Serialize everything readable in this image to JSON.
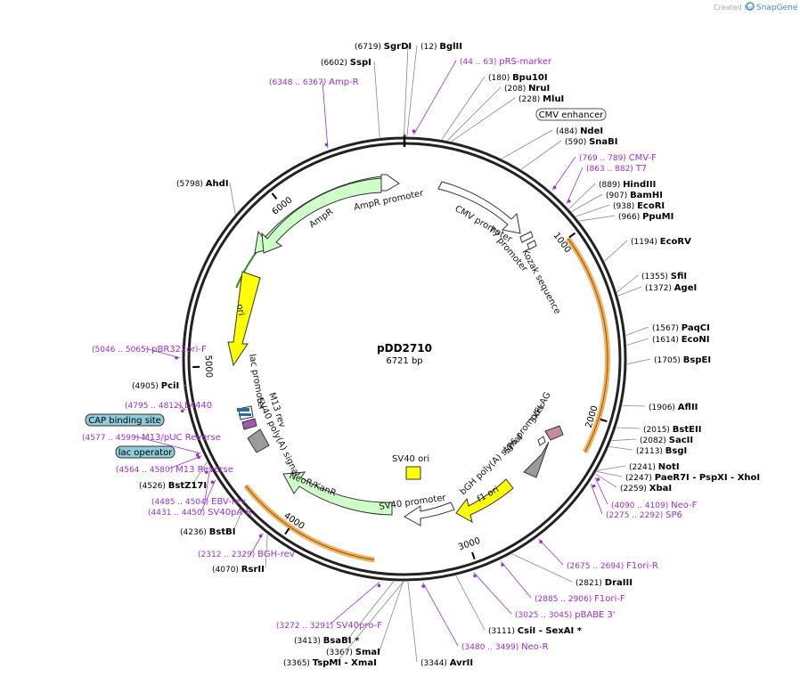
{
  "watermark": {
    "created_by": "Created by",
    "brand": "SnapGene"
  },
  "plasmid": {
    "name": "pDD2710",
    "size": "6721 bp",
    "total_bp": 6721
  },
  "ticks": [
    "1000",
    "2000",
    "3000",
    "4000",
    "5000",
    "6000"
  ],
  "features": [
    {
      "id": "ampr",
      "label": "AmpR",
      "color": "#cfffc8"
    },
    {
      "id": "ampr-promoter",
      "label": "AmpR promoter",
      "color": "#ffffff"
    },
    {
      "id": "cmv-enhancer",
      "label": "CMV enhancer",
      "color": "#ffffff"
    },
    {
      "id": "cmv-promoter",
      "label": "CMV promoter",
      "color": "#ffffff"
    },
    {
      "id": "t7-promoter",
      "label": "T7 promoter",
      "color": "#ffffff"
    },
    {
      "id": "kozak",
      "label": "Kozak sequence",
      "color": "#ffffff"
    },
    {
      "id": "ori",
      "label": "ori",
      "color": "#ffff00"
    },
    {
      "id": "lac-promoter",
      "label": "lac promoter",
      "color": "#ffffff"
    },
    {
      "id": "m13-rev",
      "label": "M13 rev",
      "color": "#ffffff"
    },
    {
      "id": "sv40-polya",
      "label": "SV40 poly(A) signal",
      "color": "#9b9b9b"
    },
    {
      "id": "neo-kanr",
      "label": "NeoR/KanR",
      "color": "#cfffc8"
    },
    {
      "id": "sv40-ori",
      "label": "SV40 ori",
      "color": "#ffff00"
    },
    {
      "id": "sv40-promoter",
      "label": "SV40 promoter",
      "color": "#ffffff"
    },
    {
      "id": "f1-ori",
      "label": "f1 ori",
      "color": "#ffff00"
    },
    {
      "id": "bgh-polya",
      "label": "bGH poly(A) signal",
      "color": "#9b9b9b"
    },
    {
      "id": "sp6-promoter",
      "label": "SP6 promoter",
      "color": "#ffffff"
    },
    {
      "id": "3xflag",
      "label": "3xFLAG",
      "color": "#c9899a"
    }
  ],
  "boxed_labels": [
    "CMV enhancer",
    "CAP binding site",
    "lac operator"
  ],
  "enzymes": [
    {
      "name": "SgrDI",
      "pos": "(6719)"
    },
    {
      "name": "BglII",
      "pos": "(12)"
    },
    {
      "name": "SspI",
      "pos": "(6602)"
    },
    {
      "name": "Bpu10I",
      "pos": "(180)"
    },
    {
      "name": "NruI",
      "pos": "(208)"
    },
    {
      "name": "MluI",
      "pos": "(228)"
    },
    {
      "name": "NdeI",
      "pos": "(484)"
    },
    {
      "name": "SnaBI",
      "pos": "(590)"
    },
    {
      "name": "AhdI",
      "pos": "(5798)"
    },
    {
      "name": "HindIII",
      "pos": "(889)"
    },
    {
      "name": "BamHI",
      "pos": "(907)"
    },
    {
      "name": "EcoRI",
      "pos": "(938)"
    },
    {
      "name": "PpuMI",
      "pos": "(966)"
    },
    {
      "name": "EcoRV",
      "pos": "(1194)"
    },
    {
      "name": "SfiI",
      "pos": "(1355)"
    },
    {
      "name": "AgeI",
      "pos": "(1372)"
    },
    {
      "name": "PaqCI",
      "pos": "(1567)"
    },
    {
      "name": "EcoNI",
      "pos": "(1614)"
    },
    {
      "name": "BspEI",
      "pos": "(1705)"
    },
    {
      "name": "PciI",
      "pos": "(4905)"
    },
    {
      "name": "AflII",
      "pos": "(1906)"
    },
    {
      "name": "BstEII",
      "pos": "(2015)"
    },
    {
      "name": "SacII",
      "pos": "(2082)"
    },
    {
      "name": "BsgI",
      "pos": "(2113)"
    },
    {
      "name": "NotI",
      "pos": "(2241)"
    },
    {
      "name": "PaeR7I - PspXI - XhoI",
      "pos": "(2247)"
    },
    {
      "name": "XbaI",
      "pos": "(2259)"
    },
    {
      "name": "BstZ17I",
      "pos": "(4526)"
    },
    {
      "name": "BstBI",
      "pos": "(4236)"
    },
    {
      "name": "RsrII",
      "pos": "(4070)"
    },
    {
      "name": "DraIII",
      "pos": "(2821)"
    },
    {
      "name": "CsiI - SexAI *",
      "pos": "(3111)"
    },
    {
      "name": "BsaBI *",
      "pos": "(3413)"
    },
    {
      "name": "SmaI",
      "pos": "(3367)"
    },
    {
      "name": "TspMI - XmaI",
      "pos": "(3365)"
    },
    {
      "name": "AvrII",
      "pos": "(3344)"
    }
  ],
  "primers": [
    {
      "name": "pRS-marker",
      "pos": "(44 .. 63)"
    },
    {
      "name": "Amp-R",
      "pos": "(6348 .. 6367)"
    },
    {
      "name": "CMV-F",
      "pos": "(769 .. 789)"
    },
    {
      "name": "T7",
      "pos": "(863 .. 882)"
    },
    {
      "name": "pBR322ori-F",
      "pos": "(5046 .. 5065)"
    },
    {
      "name": "L4440",
      "pos": "(4795 .. 4812)"
    },
    {
      "name": "M13/pUC Reverse",
      "pos": "(4577 .. 4599)"
    },
    {
      "name": "M13 Reverse",
      "pos": "(4564 .. 4580)"
    },
    {
      "name": "EBV-rev",
      "pos": "(4485 .. 4504)"
    },
    {
      "name": "SV40pA-R",
      "pos": "(4431 .. 4450)"
    },
    {
      "name": "Neo-F",
      "pos": "(4090 .. 4109)"
    },
    {
      "name": "SP6",
      "pos": "(2275 .. 2292)"
    },
    {
      "name": "BGH-rev",
      "pos": "(2312 .. 2329)"
    },
    {
      "name": "F1ori-R",
      "pos": "(2675 .. 2694)"
    },
    {
      "name": "F1ori-F",
      "pos": "(2885 .. 2906)"
    },
    {
      "name": "pBABE 3'",
      "pos": "(3025 .. 3045)"
    },
    {
      "name": "SV40pro-F",
      "pos": "(3272 .. 3291)"
    },
    {
      "name": "Neo-R",
      "pos": "(3480 .. 3499)"
    }
  ],
  "colors": {
    "primer": "#9a2fd0",
    "enzyme": "#000000",
    "orf_orange": "#f0a030",
    "snapgene_blue": "#3b8fd8"
  }
}
